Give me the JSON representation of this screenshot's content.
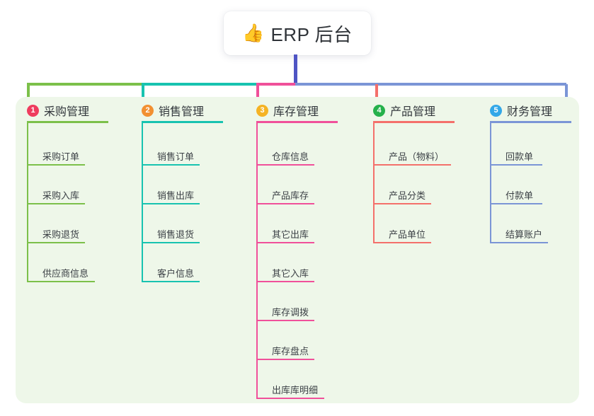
{
  "title": {
    "icon": "thumbs-up-icon",
    "icon_glyph": "👍",
    "text": "ERP 后台"
  },
  "theme": {
    "panel_background": "#eef7e9",
    "page_background": "#ffffff",
    "trunk_color": "#4f55c4",
    "text_color": "#3c4146",
    "heading_color": "#33383d"
  },
  "columns": [
    {
      "index": "1",
      "title": "采购管理",
      "badge_color": "#ef3c5e",
      "line_color": "#7cc04a",
      "items": [
        {
          "label": "采购订单",
          "rule_width": 82
        },
        {
          "label": "采购入库",
          "rule_width": 82
        },
        {
          "label": "采购退货",
          "rule_width": 82
        },
        {
          "label": "供应商信息",
          "rule_width": 96
        }
      ]
    },
    {
      "index": "2",
      "title": "销售管理",
      "badge_color": "#f29032",
      "line_color": "#18c3b0",
      "items": [
        {
          "label": "销售订单",
          "rule_width": 82
        },
        {
          "label": "销售出库",
          "rule_width": 82
        },
        {
          "label": "销售退货",
          "rule_width": 82
        },
        {
          "label": "客户信息",
          "rule_width": 82
        }
      ]
    },
    {
      "index": "3",
      "title": "库存管理",
      "badge_color": "#f5b324",
      "line_color": "#f0509a",
      "items": [
        {
          "label": "仓库信息",
          "rule_width": 82
        },
        {
          "label": "产品库存",
          "rule_width": 82
        },
        {
          "label": "其它出库",
          "rule_width": 82
        },
        {
          "label": "其它入库",
          "rule_width": 82
        },
        {
          "label": "库存调拨",
          "rule_width": 82
        },
        {
          "label": "库存盘点",
          "rule_width": 82
        },
        {
          "label": "出库库明细",
          "rule_width": 96
        }
      ]
    },
    {
      "index": "4",
      "title": "产品管理",
      "badge_color": "#25b14b",
      "line_color": "#f4706b",
      "items": [
        {
          "label": "产品（物料）",
          "rule_width": 110
        },
        {
          "label": "产品分类",
          "rule_width": 82
        },
        {
          "label": "产品单位",
          "rule_width": 82
        }
      ]
    },
    {
      "index": "5",
      "title": "财务管理",
      "badge_color": "#33a8e8",
      "line_color": "#7b95d6",
      "items": [
        {
          "label": "回款单",
          "rule_width": 74
        },
        {
          "label": "付款单",
          "rule_width": 74
        },
        {
          "label": "结算账户",
          "rule_width": 82
        }
      ]
    }
  ]
}
